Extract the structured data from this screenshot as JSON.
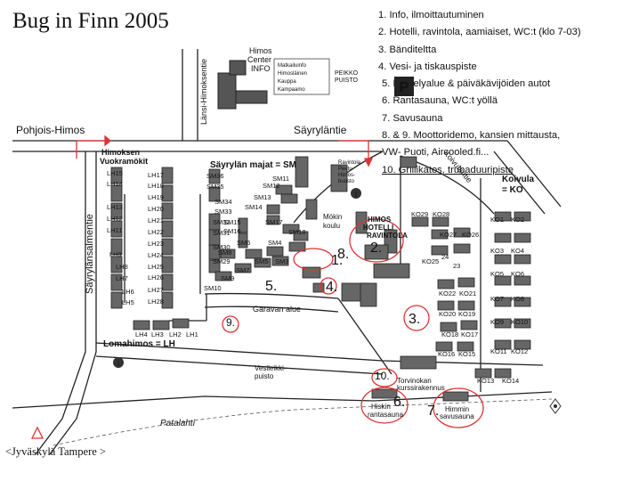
{
  "title": "Bug in Finn 2005",
  "legend": [
    "1. Info, ilmoittautuminen",
    "2. Hotelli, ravintola, aamiaiset, WC:t (klo 7-03)",
    "3. Bänditeltta",
    "4. Vesi- ja tiskauspiste",
    "5. Näytelyalue & päiväkävijöiden autot",
    "6. Rantasauna, WC:t yöllä",
    "7. Savusauna",
    "8. & 9. Moottoridemo, kansien mittausta,",
    "VW- Puoti, Aircooled.fi...",
    "10. Grillikatos, trubaduuripiste"
  ],
  "roads": {
    "pohjois_himos": "Pohjois-Himos",
    "sayrylantie": "Säyryläntie",
    "lansi_himoksentie": "Länsi-Himoksentie",
    "sayrylansalmentie": "Säyrylänsalmentie",
    "koivulantie": "Koivulantie"
  },
  "places": {
    "himos_center": [
      "Himos",
      "Center",
      "INFO"
    ],
    "matkailuinfo": [
      "Matkailuinfo",
      "Himosläinen",
      "Kauppa",
      "Kampaamo"
    ],
    "peikko_puisto": [
      "PEIKKO",
      "PUISTO"
    ],
    "vuokramokit": [
      "Himoksen",
      "Vuokramökit"
    ],
    "sayrylan_majat": "Säyrylän majat = SM",
    "peetu": [
      "Ravintola",
      "Peetu",
      "Himos-",
      "buusto"
    ],
    "mokin_koulu": [
      "Mökin",
      "koulu"
    ],
    "hotelli": [
      "HIMOS",
      "HOTELLI",
      "RAVINTOLA"
    ],
    "koivula": [
      "Koivula",
      "= KO"
    ],
    "garavan_alue": "Garavan alue",
    "lomahimos": "Lomahimos = LH",
    "vesileikkipuisto": [
      "Vesileikki-",
      "puisto"
    ],
    "torvinokan": [
      "Torvinokan",
      "kurssirakennus"
    ],
    "hiskin_rantasauna": [
      "Hiskin",
      "rantasauna"
    ],
    "himmin_savusauna": [
      "Himmin",
      "savusauna"
    ],
    "patalahti": "Patalahti",
    "parking": "P"
  },
  "lh_cabins": [
    "LH15",
    "LH14",
    "LH13",
    "LH12",
    "LH11",
    "LH9",
    "LH8",
    "LH7",
    "LH6",
    "LH5",
    "LH17",
    "LH18",
    "LH19",
    "LH20",
    "LH21",
    "LH22",
    "LH23",
    "LH24",
    "LH25",
    "LH26",
    "LH27",
    "LH28",
    "LH4",
    "LH3",
    "LH2",
    "LH1"
  ],
  "sm_cabins": [
    "SM36",
    "SM35",
    "SM34",
    "SM33",
    "SM32",
    "SM31",
    "SM30",
    "SM29",
    "SM15",
    "SM16",
    "SM17",
    "SM18",
    "SM13",
    "SM14",
    "SM12",
    "SM11",
    "SM8",
    "SM6",
    "SM4",
    "SM7",
    "SM5",
    "SM3",
    "SM9",
    "SM10"
  ],
  "ko_cabins": [
    "KO29",
    "KO28",
    "KO27",
    "KO26",
    "KO25",
    "24",
    "23",
    "KO22",
    "KO21",
    "KO20",
    "KO19",
    "KO18",
    "KO17",
    "KO16",
    "KO15",
    "KO13",
    "KO14",
    "KO1",
    "KO2",
    "KO3",
    "KO4",
    "KO5",
    "KO6",
    "KO7",
    "KO8",
    "KO9",
    "KO10",
    "KO11",
    "KO12"
  ],
  "markers": [
    "1.",
    "2.",
    "3.",
    "4.",
    "5.",
    "6.",
    "7.",
    "8.",
    "9.",
    "10."
  ],
  "footer": "<Jyväskylä Tampere >"
}
